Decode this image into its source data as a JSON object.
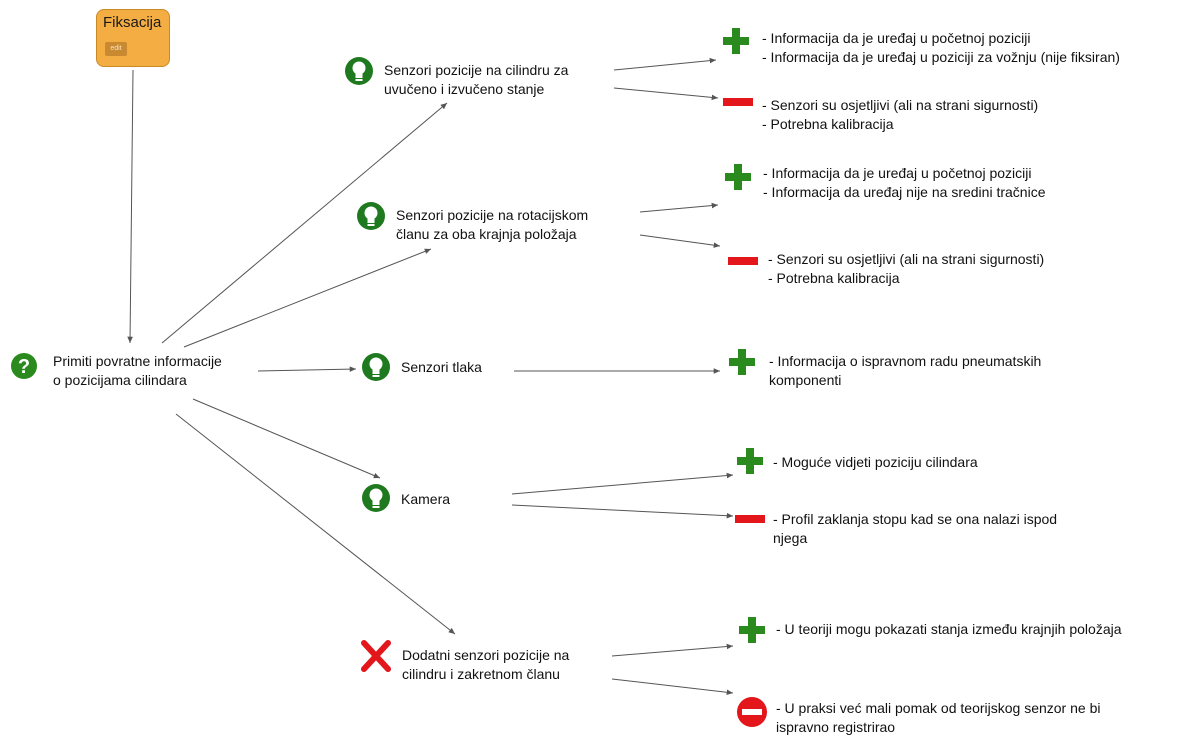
{
  "root": {
    "label_lines": [
      "Primiti povratne informacije",
      "o pozicijama cilindara"
    ],
    "icon": "question-icon"
  },
  "fixation": {
    "title": "Fiksacija",
    "chip": "edit"
  },
  "options": [
    {
      "label_lines": [
        "Senzori pozicije na cilindru za",
        "uvučeno i izvučeno stanje"
      ],
      "icon": "lightbulb-icon",
      "pros": [
        "- Informacija da je uređaj u početnoj poziciji",
        "- Informacija da je uređaj u poziciji za vožnju (nije fiksiran)"
      ],
      "cons": [
        "- Senzori su osjetljivi (ali na strani sigurnosti)",
        "- Potrebna kalibracija"
      ]
    },
    {
      "label_lines": [
        "Senzori pozicije na rotacijskom",
        "članu za oba krajnja položaja"
      ],
      "icon": "lightbulb-icon",
      "pros": [
        "- Informacija da je uređaj u početnoj poziciji",
        "- Informacija da uređaj nije na sredini tračnice"
      ],
      "cons": [
        "- Senzori su osjetljivi (ali na strani sigurnosti)",
        "- Potrebna kalibracija"
      ]
    },
    {
      "label_lines": [
        "Senzori tlaka"
      ],
      "icon": "lightbulb-icon",
      "pros": [
        "- Informacija o ispravnom radu pneumatskih",
        "komponenti"
      ]
    },
    {
      "label_lines": [
        "Kamera"
      ],
      "icon": "lightbulb-icon",
      "pros": [
        "- Moguće vidjeti poziciju cilindara"
      ],
      "cons": [
        "- Profil zaklanja stopu kad se ona nalazi ispod",
        "njega"
      ]
    },
    {
      "label_lines": [
        "Dodatni senzori pozicije na",
        "cilindru i zakretnom članu"
      ],
      "icon": "rejected-x-icon",
      "pros": [
        "- U teoriji mogu pokazati stanja između krajnjih položaja"
      ],
      "cons": [
        "- U praksi već mali pomak od teorijskog senzor ne bi",
        "ispravno registrirao"
      ]
    }
  ],
  "colors": {
    "pro": "#2a8a1e",
    "con": "#e2161b",
    "idea": "#1f7a1f",
    "fixation": "#f4ad43",
    "edge": "#555555"
  }
}
